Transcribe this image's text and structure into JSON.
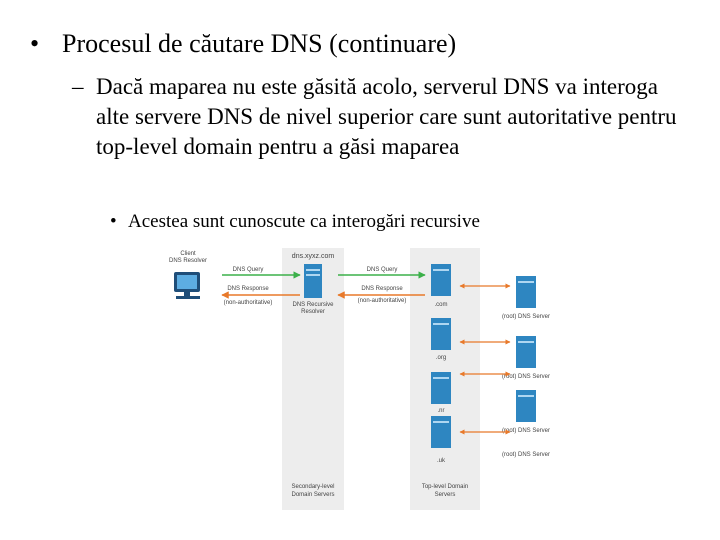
{
  "slide": {
    "bullet1": "Procesul de căutare DNS (continuare)",
    "bullet2": "Dacă maparea nu este găsită acolo, serverul DNS va interoga alte servere DNS de nivel superior care sunt autoritative pentru top-level domain pentru a găsi maparea",
    "bullet3": "Acestea sunt cunoscute ca interogări recursive"
  },
  "diagram": {
    "client_label_1": "Client",
    "client_label_2": "DNS Resolver",
    "resolver_domain": "dns.xyxz.com",
    "resolver_label_1": "DNS Recursive",
    "resolver_label_2": "Resolver",
    "query_label_1": "DNS Query",
    "query_label_2": "DNS Query",
    "response_label_1": "DNS Response",
    "response_note_1": "(non-authoritative)",
    "response_label_2": "DNS Response",
    "response_note_2": "(non-authoritative)",
    "tld_labels": [
      ".com",
      ".org",
      ".nr",
      ".uk"
    ],
    "root_labels": [
      "(root) DNS Server",
      "(root) DNS Server",
      "(root) DNS Server",
      "(root) DNS Server"
    ],
    "secondary_label_1": "Secondary-level",
    "secondary_label_2": "Domain Servers",
    "top_label_1": "Top-level Domain",
    "top_label_2": "Servers",
    "colors": {
      "query_arrow": "#3cb04a",
      "response_arrow": "#e8792a",
      "server": "#2e86c1",
      "column": "#ededed"
    }
  }
}
